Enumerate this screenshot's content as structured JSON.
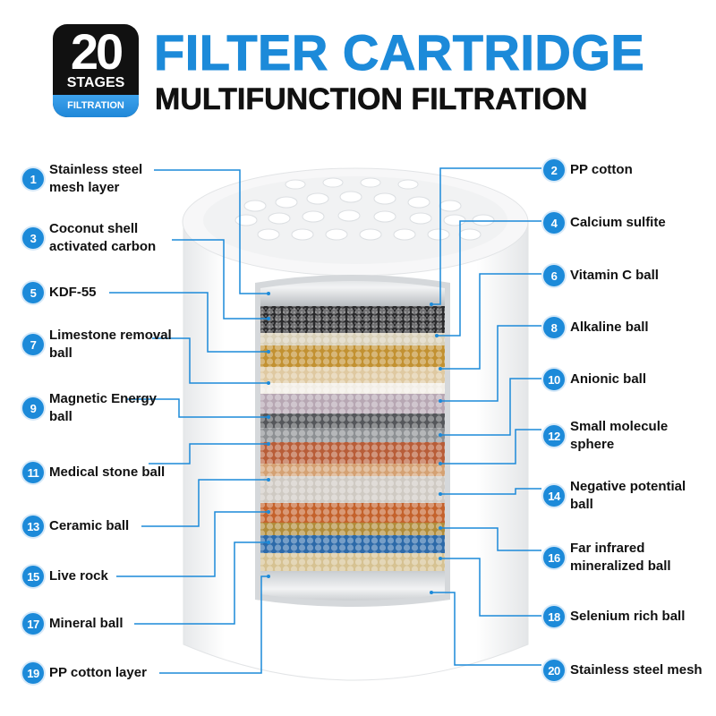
{
  "badge": {
    "number": "20",
    "stages": "STAGES",
    "filtration": "FILTRATION"
  },
  "title": {
    "main": "FILTER CARTRIDGE",
    "sub": "MULTIFUNCTION FILTRATION"
  },
  "colors": {
    "accent": "#1c8ad9",
    "text": "#111111",
    "leader": "#1c8ad9"
  },
  "labels_left": [
    {
      "num": "1",
      "text": "Stainless steel mesh layer"
    },
    {
      "num": "3",
      "text": "Coconut shell activated carbon"
    },
    {
      "num": "5",
      "text": "KDF-55"
    },
    {
      "num": "7",
      "text": "Limestone removal ball"
    },
    {
      "num": "9",
      "text": "Magnetic Energy ball"
    },
    {
      "num": "11",
      "text": "Medical stone ball"
    },
    {
      "num": "13",
      "text": "Ceramic ball"
    },
    {
      "num": "15",
      "text": "Live rock"
    },
    {
      "num": "17",
      "text": "Mineral ball"
    },
    {
      "num": "19",
      "text": "PP cotton layer"
    }
  ],
  "labels_right": [
    {
      "num": "2",
      "text": "PP cotton"
    },
    {
      "num": "4",
      "text": "Calcium sulfite"
    },
    {
      "num": "6",
      "text": "Vitamin C ball"
    },
    {
      "num": "8",
      "text": "Alkaline ball"
    },
    {
      "num": "10",
      "text": "Anionic ball"
    },
    {
      "num": "12",
      "text": "Small molecule sphere"
    },
    {
      "num": "14",
      "text": "Negative potential ball"
    },
    {
      "num": "16",
      "text": "Far infrared mineralized ball"
    },
    {
      "num": "18",
      "text": "Selenium rich ball"
    },
    {
      "num": "20",
      "text": "Stainless steel mesh"
    }
  ]
}
